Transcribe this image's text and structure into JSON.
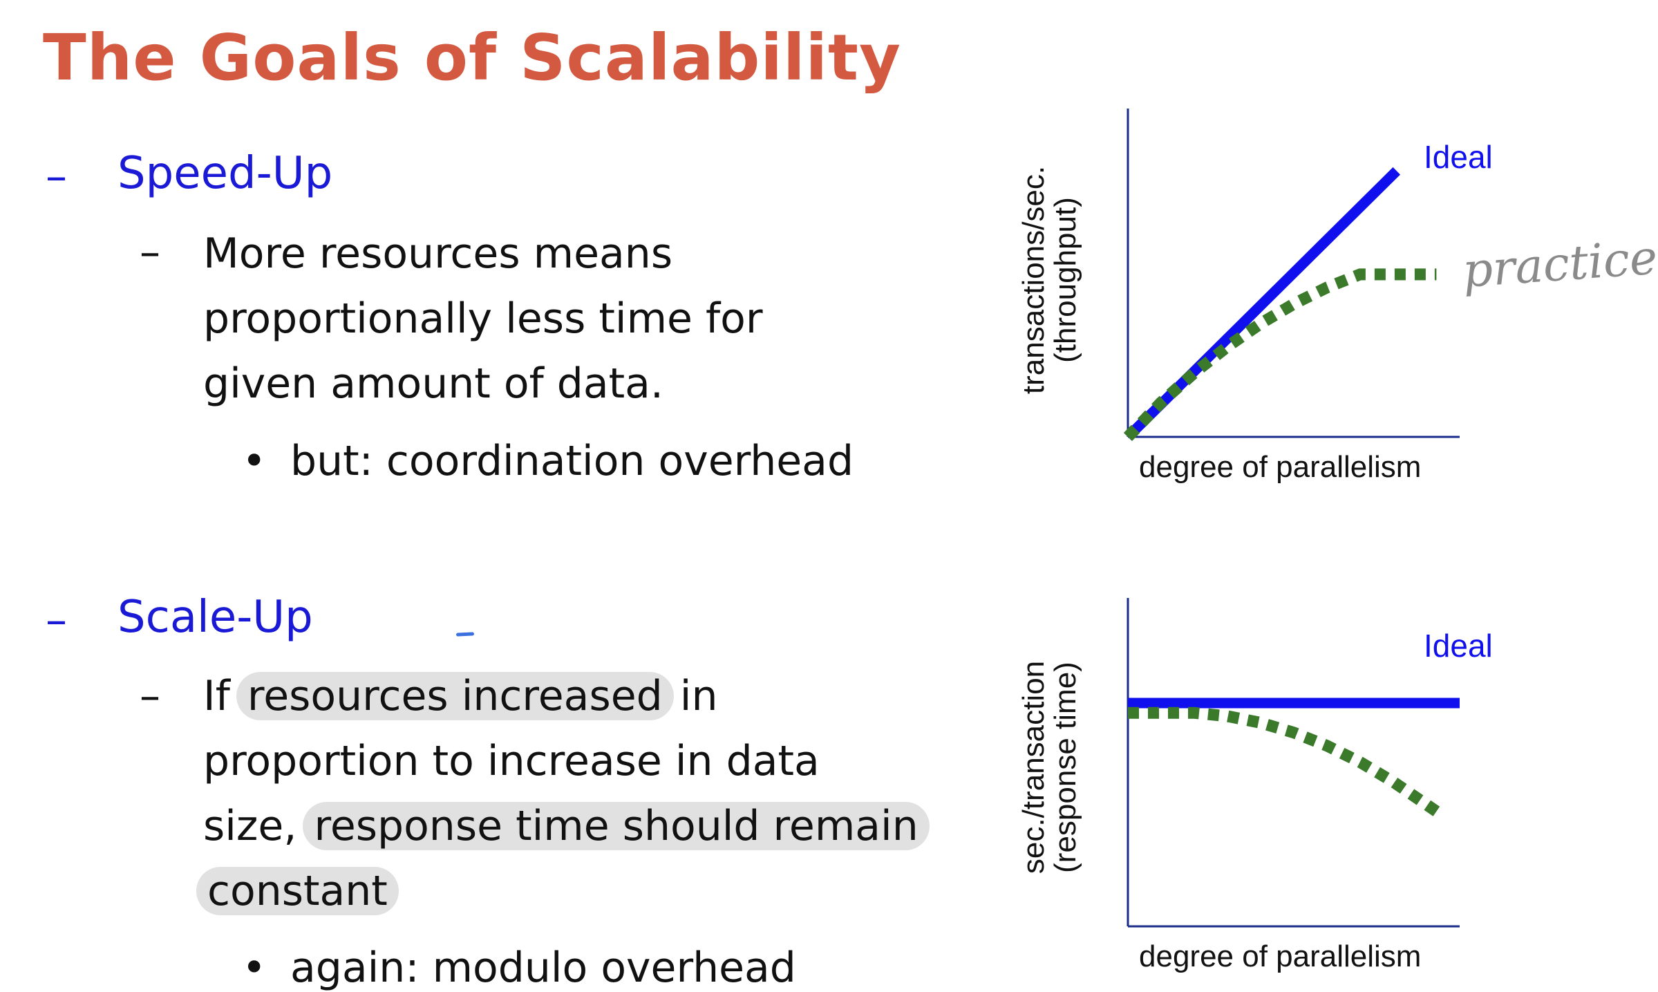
{
  "slide": {
    "title": "The Goals of Scalability"
  },
  "speed_up": {
    "dash": "–",
    "heading": "Speed-Up",
    "sub_dash": "–",
    "line1": "More resources means",
    "line2": "proportionally less time for",
    "line3": "given amount of data.",
    "bullet": "•",
    "bullet_text": "but: coordination overhead"
  },
  "scale_up": {
    "dash": "–",
    "heading": "Scale-Up",
    "sub_dash": "–",
    "text_a": "If ",
    "text_hl1": "resources increased",
    "text_b": " in proportion to increase in data size, ",
    "text_hl2": "response time should remain constant",
    "bullet": "•",
    "bullet_text": "again: modulo overhead"
  },
  "colors": {
    "title": "#d35a40",
    "heading": "#1a1ad6",
    "ideal_line": "#1010ee",
    "practice_line": "#3a7a2a",
    "annotation": "#8a8a8a"
  },
  "chart_data": [
    {
      "type": "line",
      "title": "",
      "xlabel": "degree of  parallelism",
      "ylabel_line1": "transactions/sec.",
      "ylabel_line2": "(throughput)",
      "xlim": [
        0,
        10
      ],
      "ylim": [
        0,
        10
      ],
      "series": [
        {
          "name": "Ideal",
          "style": "solid",
          "x": [
            0,
            8.1
          ],
          "y": [
            0,
            8.1
          ]
        },
        {
          "name": "practice",
          "style": "dotted",
          "x": [
            0,
            1,
            2,
            3,
            4,
            5,
            6,
            7,
            9.3
          ],
          "y": [
            0,
            1.05,
            1.95,
            2.75,
            3.45,
            4.05,
            4.55,
            4.95,
            4.95
          ]
        }
      ],
      "annotation_practice": "practice"
    },
    {
      "type": "line",
      "title": "",
      "xlabel": "degree of parallelism",
      "ylabel_line1": "sec./transaction",
      "ylabel_line2": "(response time)",
      "xlim": [
        0,
        10
      ],
      "ylim": [
        0,
        10
      ],
      "series": [
        {
          "name": "Ideal",
          "style": "solid",
          "x": [
            0,
            10
          ],
          "y": [
            6.8,
            6.8
          ]
        },
        {
          "name": "",
          "style": "dotted",
          "x": [
            0,
            1,
            2,
            3,
            4,
            5,
            6,
            7,
            8,
            9.3
          ],
          "y": [
            6.5,
            6.5,
            6.5,
            6.4,
            6.2,
            5.9,
            5.5,
            5.0,
            4.4,
            3.5
          ]
        }
      ]
    }
  ]
}
